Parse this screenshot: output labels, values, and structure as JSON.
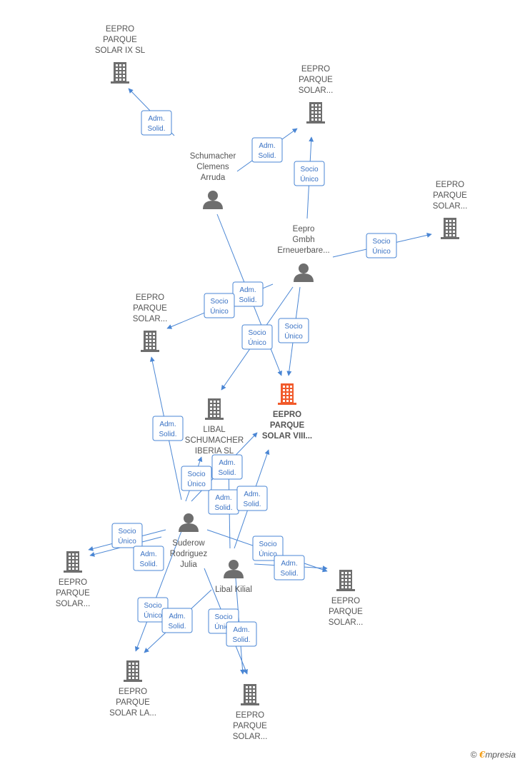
{
  "colors": {
    "edge": "#4a86d4",
    "company": "#6e6e6e",
    "focus": "#f15a2b",
    "person": "#6e6e6e"
  },
  "nodes": [
    {
      "id": "c_ix",
      "type": "company",
      "label": [
        "EEPRO",
        "PARQUE",
        "SOLAR IX  SL"
      ]
    },
    {
      "id": "c_top",
      "type": "company",
      "label": [
        "EEPRO",
        "PARQUE",
        "SOLAR..."
      ]
    },
    {
      "id": "c_right",
      "type": "company",
      "label": [
        "EEPRO",
        "PARQUE",
        "SOLAR..."
      ]
    },
    {
      "id": "p_schumacher",
      "type": "person",
      "label": [
        "Schumacher",
        "Clemens",
        "Arruda"
      ]
    },
    {
      "id": "p_eepro_gmbh",
      "type": "person",
      "label": [
        "Eepro",
        "Gmbh",
        "Erneuerbare..."
      ]
    },
    {
      "id": "c_left_mid",
      "type": "company",
      "label": [
        "EEPRO",
        "PARQUE",
        "SOLAR..."
      ]
    },
    {
      "id": "c_focus",
      "type": "focus",
      "label": [
        "EEPRO",
        "PARQUE",
        "SOLAR VIII..."
      ]
    },
    {
      "id": "c_libal_iberia",
      "type": "company",
      "label": [
        "LIBAL",
        "SCHUMACHER",
        "IBERIA  SL"
      ]
    },
    {
      "id": "p_suderow",
      "type": "person",
      "label": [
        "Suderow",
        "Rodriguez",
        "Julia"
      ]
    },
    {
      "id": "p_libal",
      "type": "person",
      "label": [
        "Libal Kilial"
      ]
    },
    {
      "id": "c_left_low",
      "type": "company",
      "label": [
        "EEPRO",
        "PARQUE",
        "SOLAR..."
      ]
    },
    {
      "id": "c_right_low",
      "type": "company",
      "label": [
        "EEPRO",
        "PARQUE",
        "SOLAR..."
      ]
    },
    {
      "id": "c_bottom_left",
      "type": "company",
      "label": [
        "EEPRO",
        "PARQUE",
        "SOLAR LA..."
      ]
    },
    {
      "id": "c_bottom",
      "type": "company",
      "label": [
        "EEPRO",
        "PARQUE",
        "SOLAR..."
      ]
    }
  ],
  "badges": [
    {
      "id": "b1",
      "lines": [
        "Adm.",
        "Solid."
      ]
    },
    {
      "id": "b2",
      "lines": [
        "Adm.",
        "Solid."
      ]
    },
    {
      "id": "b3",
      "lines": [
        "Socio",
        "Único"
      ]
    },
    {
      "id": "b4",
      "lines": [
        "Socio",
        "Único"
      ]
    },
    {
      "id": "b5",
      "lines": [
        "Adm.",
        "Solid."
      ]
    },
    {
      "id": "b6",
      "lines": [
        "Socio",
        "Único"
      ]
    },
    {
      "id": "b7",
      "lines": [
        "Socio",
        "Único"
      ]
    },
    {
      "id": "b8",
      "lines": [
        "Socio",
        "Único"
      ]
    },
    {
      "id": "b9",
      "lines": [
        "Adm.",
        "Solid."
      ]
    },
    {
      "id": "b10",
      "lines": [
        "Socio",
        "Único"
      ]
    },
    {
      "id": "b11",
      "lines": [
        "Adm.",
        "Solid."
      ]
    },
    {
      "id": "b12",
      "lines": [
        "Adm.",
        "Solid."
      ]
    },
    {
      "id": "b13",
      "lines": [
        "Adm.",
        "Solid."
      ]
    },
    {
      "id": "b14",
      "lines": [
        "Socio",
        "Único"
      ]
    },
    {
      "id": "b15",
      "lines": [
        "Adm.",
        "Solid."
      ]
    },
    {
      "id": "b16",
      "lines": [
        "Socio",
        "Único"
      ]
    },
    {
      "id": "b17",
      "lines": [
        "Adm.",
        "Solid."
      ]
    },
    {
      "id": "b18",
      "lines": [
        "Socio",
        "Único"
      ]
    },
    {
      "id": "b19",
      "lines": [
        "Adm.",
        "Solid."
      ]
    },
    {
      "id": "b20",
      "lines": [
        "Socio",
        "Único"
      ]
    },
    {
      "id": "b21",
      "lines": [
        "Adm.",
        "Solid."
      ]
    }
  ],
  "brand": {
    "copyright": "©",
    "initial": "€",
    "name": "mpresia"
  }
}
